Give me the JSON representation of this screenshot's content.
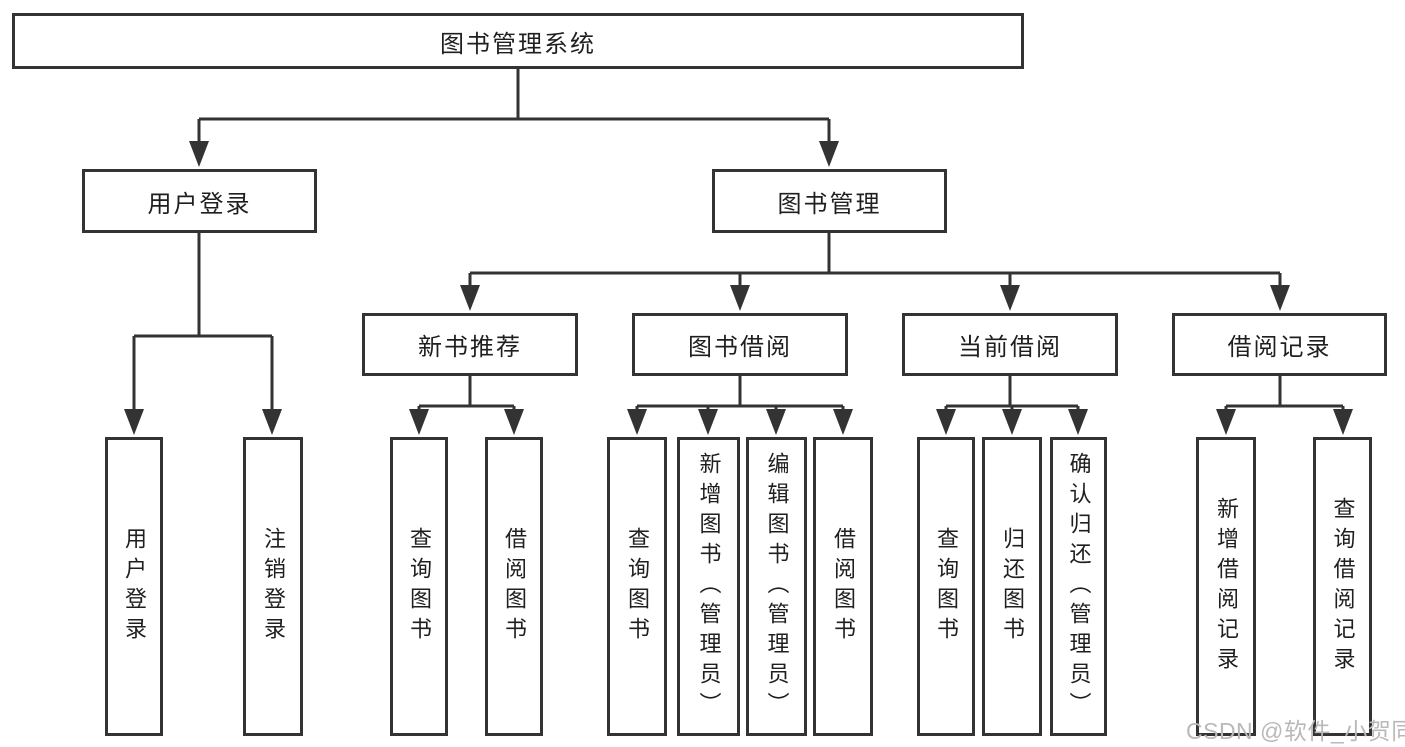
{
  "tree": {
    "root": {
      "label": "图书管理系统",
      "children": [
        {
          "label": "用户登录",
          "children": [
            {
              "label": "用户登录"
            },
            {
              "label": "注销登录"
            }
          ]
        },
        {
          "label": "图书管理",
          "children": [
            {
              "label": "新书推荐",
              "children": [
                {
                  "label": "查询图书"
                },
                {
                  "label": "借阅图书"
                }
              ]
            },
            {
              "label": "图书借阅",
              "children": [
                {
                  "label": "查询图书"
                },
                {
                  "label": "新增图书（管理员）"
                },
                {
                  "label": "编辑图书（管理员）"
                },
                {
                  "label": "借阅图书"
                }
              ]
            },
            {
              "label": "当前借阅",
              "children": [
                {
                  "label": "查询图书"
                },
                {
                  "label": "归还图书"
                },
                {
                  "label": "确认归还（管理员）"
                }
              ]
            },
            {
              "label": "借阅记录",
              "children": [
                {
                  "label": "新增借阅记录"
                },
                {
                  "label": "查询借阅记录"
                }
              ]
            }
          ]
        }
      ]
    }
  },
  "watermark": {
    "text": "CSDN @软件_小贺同学"
  },
  "colors": {
    "line": "#333333",
    "box_border": "#333333",
    "text": "#1f1f1f",
    "watermark": "#b9b9b9",
    "background": "#ffffff"
  }
}
